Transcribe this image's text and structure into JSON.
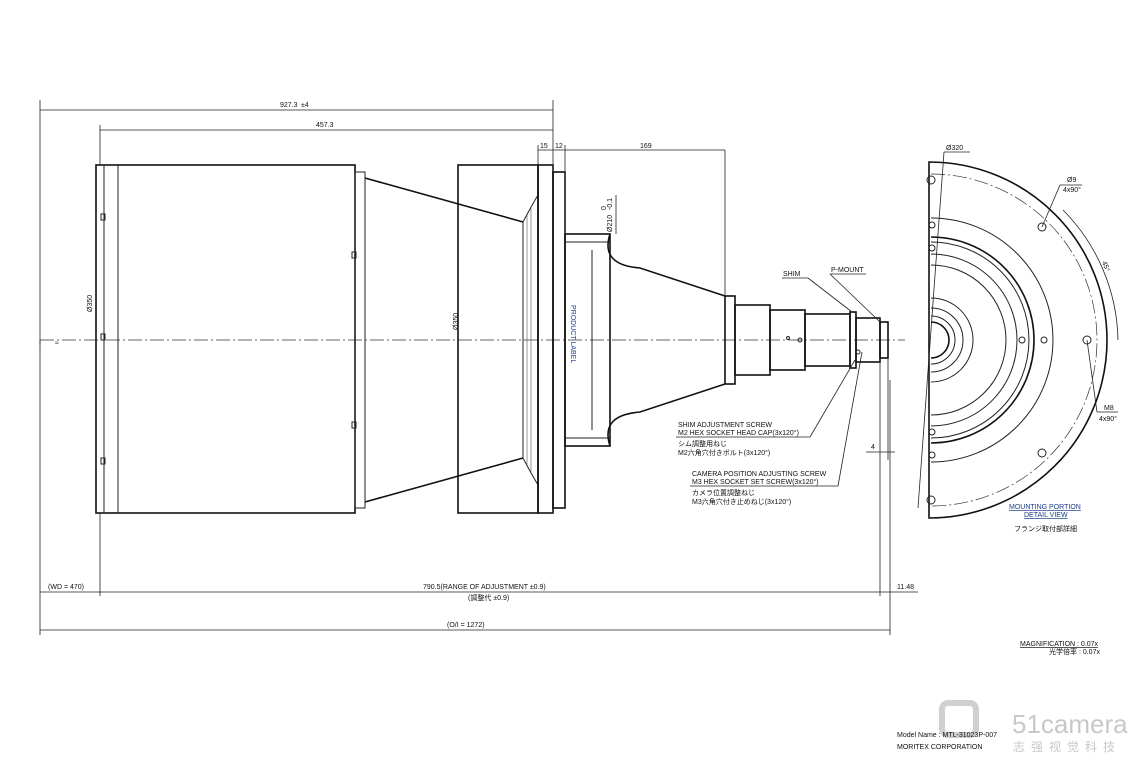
{
  "dimensions": {
    "overall_length": "927.3",
    "overall_length_tol": "±4",
    "body_length": "457.3",
    "flange_15": "15",
    "flange_12": "12",
    "rear_169": "169",
    "dia_210": "Ø210",
    "dia_210_tol_upper": "0",
    "dia_210_tol_lower": "-0.1",
    "dia_350_front": "Ø350",
    "dia_350_mid": "Ø350",
    "dim_4": "4",
    "wd": "(WD = 470)",
    "range": "790.5(RANGE OF ADJUSTMENT ±0.9)",
    "range_jp": "(調整代 ±0.9)",
    "dim_11_48": "11.48",
    "oi": "(O/I = 1272)"
  },
  "labels": {
    "product_label": "PRODUCT LABEL",
    "shim": "SHIM",
    "p_mount": "P-MOUNT",
    "shim_screw_1": "SHIM ADJUSTMENT SCREW",
    "shim_screw_2": "M2 HEX SOCKET HEAD CAP(3x120°)",
    "shim_screw_jp1": "シム調整用ねじ",
    "shim_screw_jp2": "M2六角穴付きボルト(3x120°)",
    "cam_screw_1": "CAMERA POSITION ADJUSTING SCREW",
    "cam_screw_2": "M3 HEX SOCKET SET SCREW(3x120°)",
    "cam_screw_jp1": "カメラ位置調整ねじ",
    "cam_screw_jp2": "M3六角穴付き止めねじ(3x120°)"
  },
  "detail_view": {
    "dia_320": "Ø320",
    "hole_dia": "Ø9",
    "hole_pattern": "4x90°",
    "angle": "45°",
    "thread": "M8",
    "thread_pattern": "4x90°",
    "title_1": "MOUNTING PORTION",
    "title_2": "DETAIL VIEW",
    "title_jp": "フランジ取付部詳細"
  },
  "magnification": {
    "en": "MAGNIFICATION : 0.07x",
    "jp": "光学倍率 : 0.07x"
  },
  "title_block": {
    "model": "Model Name : MTL-31023P-007",
    "company": "MORITEX CORPORATION"
  },
  "watermark": {
    "brand": "51camera",
    "sub": "志强视觉科技"
  }
}
